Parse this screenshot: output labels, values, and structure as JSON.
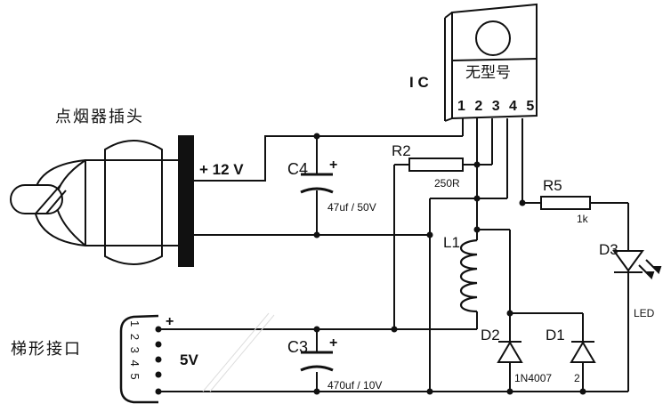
{
  "labels": {
    "ic": "I C",
    "ic_type": "无型号",
    "ic_pins": "1 2 3 4 5",
    "plug_title": "点烟器插头",
    "plug_voltage": "+ 12 V",
    "c4": "C4",
    "c4_value": "47uf / 50V",
    "c4_plus": "+",
    "r2": "R2",
    "r2_value": "250R",
    "r5": "R5",
    "r5_value": "1k",
    "l1": "L1",
    "d3": "D3",
    "led": "LED",
    "ladder_title": "梯形接口",
    "ladder_pins": "1 2 3 4 5",
    "ladder_plus": "+",
    "out_voltage": "5V",
    "c3": "C3",
    "c3_value": "470uf / 10V",
    "c3_plus": "+",
    "d2": "D2",
    "d1": "D1",
    "diode_part": "1N4007",
    "diode_part_suffix": "2"
  }
}
